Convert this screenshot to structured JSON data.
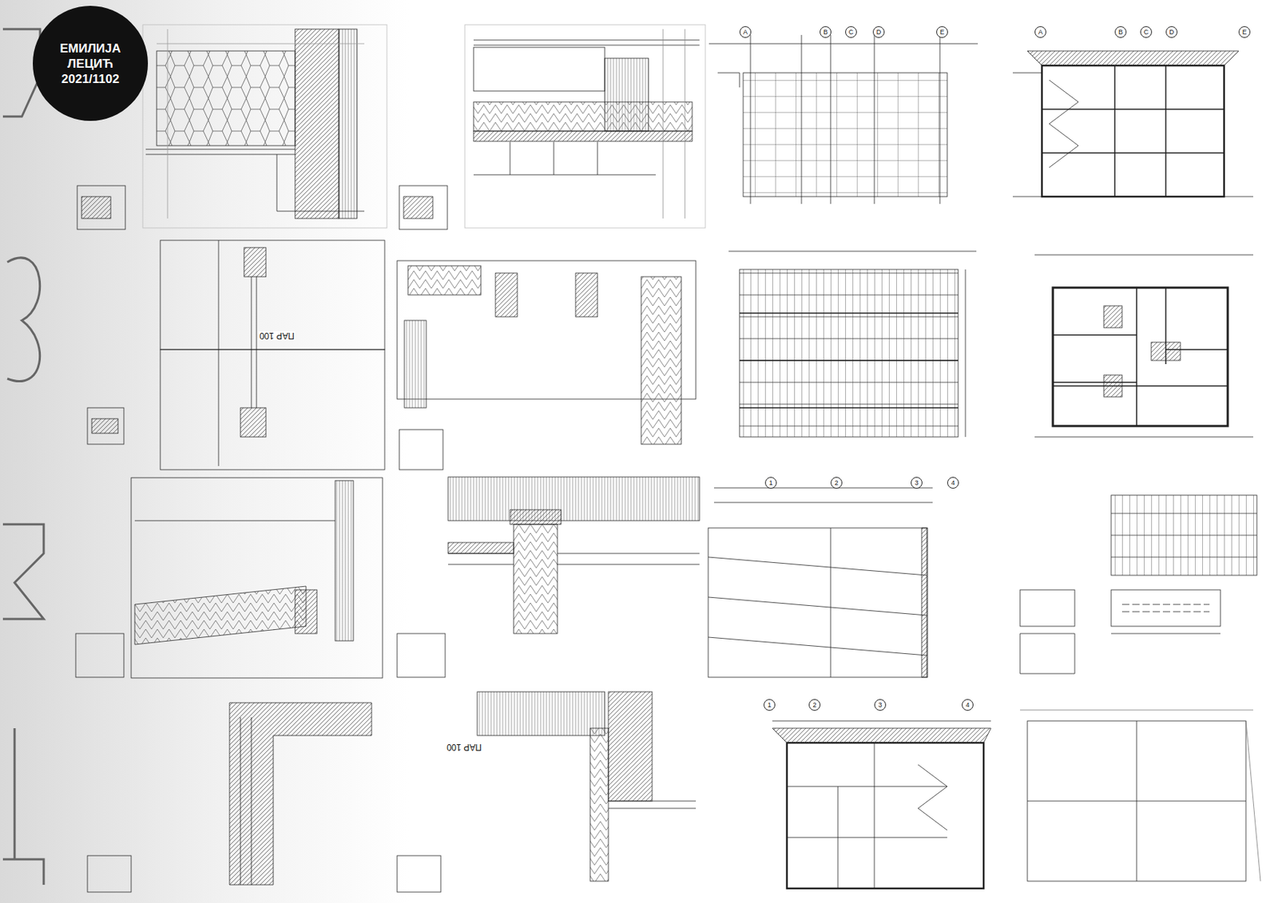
{
  "diagram": {
    "nodes": [
      {
        "text": [
          "ЕМИЛИЈА ЛЕЦИЋ",
          "2021/1102"
        ]
      }
    ],
    "labels": [
      "ПАР 100",
      "ПАР 100",
      "A",
      "B",
      "C",
      "D",
      "E",
      "A",
      "B",
      "C",
      "D",
      "E",
      "1",
      "2",
      "3",
      "4",
      "1",
      "2",
      "3",
      "4"
    ]
  }
}
